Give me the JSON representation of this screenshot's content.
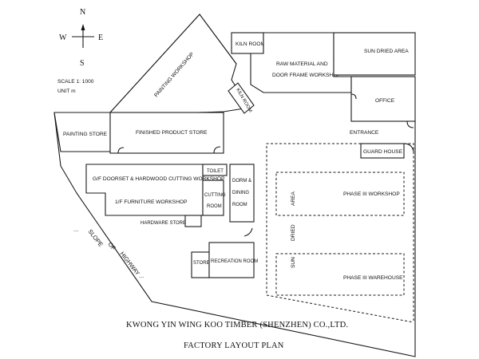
{
  "compass": {
    "north": "N",
    "south": "S",
    "east": "E",
    "west": "W"
  },
  "scale": {
    "line1": "SCALE 1: 1000",
    "line2": "UNIT m"
  },
  "rooms": {
    "kiln_room_top": "KILN ROOM",
    "raw_material_line1": "RAW MATERIAL AND",
    "raw_material_line2": "DOOR FRAME WORKSHOP",
    "sun_dried_area": "SUN DRIED AREA",
    "office": "OFFICE",
    "painting_workshop": "PAINTING WORKSHOP",
    "kiln_room_rotated": "KILN ROOM",
    "painting_store": "PAINTING STORE",
    "finished_product_store": "FINISHED PRODUCT STORE",
    "entrance": "ENTRANCE",
    "guard_house": "GUARD HOUSE",
    "toilet": "TOILET",
    "gf_workshop": "G/F DOORSET & HARDWOOD CUTTING WORKSHOP",
    "f1_workshop": "1/F FURNITURE WORKSHOP",
    "cutting_room_line1": "CUTTING",
    "cutting_room_line2": "ROOM",
    "dorm_line1": "DORM &",
    "dorm_line2": "DINING",
    "dorm_line3": "ROOM",
    "hardware_store": "HARDWARE STORE",
    "store": "STORE",
    "recreation_room": "RECREATION ROOM",
    "area_word": "AREA",
    "dried_word": "DRIED",
    "sun_word": "SUN",
    "phase3_workshop": "PHASE III WORKSHOP",
    "phase3_warehouse": "PHASE III WAREHOUSE"
  },
  "highway": {
    "w1": "SLOPE",
    "w2": "OF",
    "w3": "HIGHWAY"
  },
  "title": {
    "line1": "KWONG YIN WING KOO TIMBER (SHENZHEN) CO.,LTD.",
    "line2": "FACTORY LAYOUT PLAN"
  }
}
